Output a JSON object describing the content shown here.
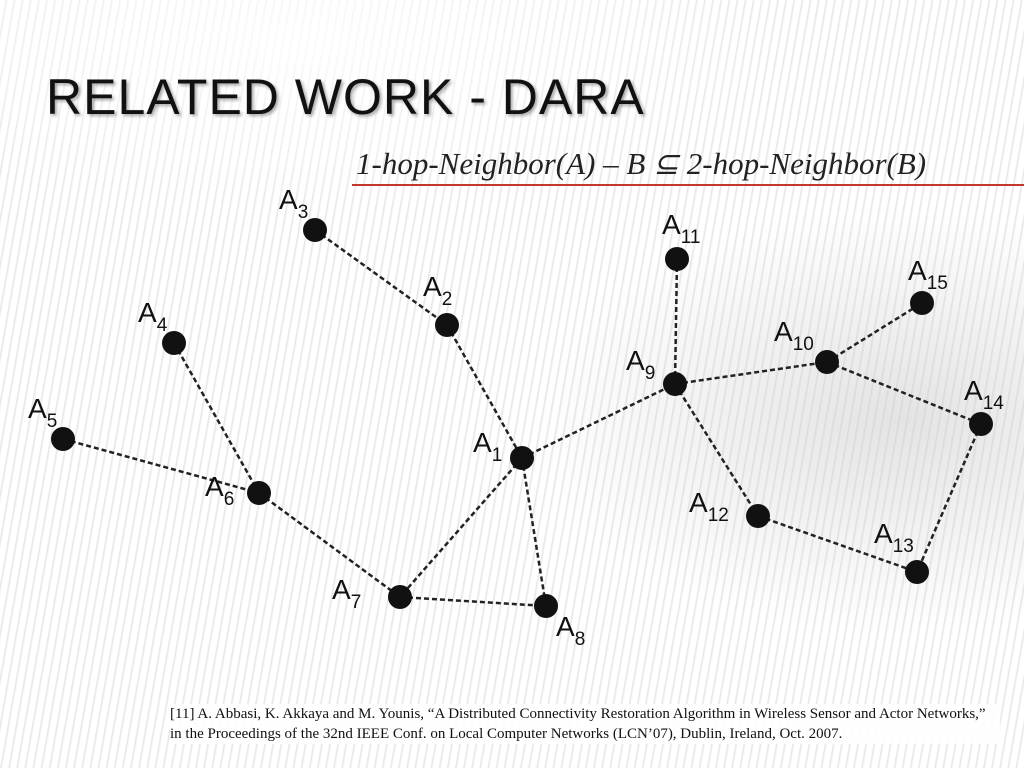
{
  "slide": {
    "title": "RELATED WORK - DARA",
    "formula": "1-hop-Neighbor(A) – B ⊆ 2-hop-Neighbor(B)",
    "reference": "[11]  A. Abbasi, K. Akkaya and M. Younis, “A Distributed Connectivity Restoration Algorithm in Wireless Sensor and Actor Networks,” in the Proceedings of the 32nd IEEE Conf. on Local Computer Networks (LCN’07), Dublin, Ireland, Oct. 2007."
  },
  "colors": {
    "accent_line": "#c0392b",
    "node": "#111111",
    "edge": "#222222"
  },
  "graph": {
    "nodes": [
      {
        "id": "A1",
        "letter": "A",
        "sub": "1"
      },
      {
        "id": "A2",
        "letter": "A",
        "sub": "2"
      },
      {
        "id": "A3",
        "letter": "A",
        "sub": "3"
      },
      {
        "id": "A4",
        "letter": "A",
        "sub": "4"
      },
      {
        "id": "A5",
        "letter": "A",
        "sub": "5"
      },
      {
        "id": "A6",
        "letter": "A",
        "sub": "6"
      },
      {
        "id": "A7",
        "letter": "A",
        "sub": "7"
      },
      {
        "id": "A8",
        "letter": "A",
        "sub": "8"
      },
      {
        "id": "A9",
        "letter": "A",
        "sub": "9"
      },
      {
        "id": "A10",
        "letter": "A",
        "sub": "10"
      },
      {
        "id": "A11",
        "letter": "A",
        "sub": "11"
      },
      {
        "id": "A12",
        "letter": "A",
        "sub": "12"
      },
      {
        "id": "A13",
        "letter": "A",
        "sub": "13"
      },
      {
        "id": "A14",
        "letter": "A",
        "sub": "14"
      },
      {
        "id": "A15",
        "letter": "A",
        "sub": "15"
      }
    ],
    "edges": [
      [
        "A3",
        "A2"
      ],
      [
        "A2",
        "A1"
      ],
      [
        "A1",
        "A9"
      ],
      [
        "A1",
        "A7"
      ],
      [
        "A1",
        "A8"
      ],
      [
        "A4",
        "A6"
      ],
      [
        "A5",
        "A6"
      ],
      [
        "A6",
        "A7"
      ],
      [
        "A7",
        "A8"
      ],
      [
        "A9",
        "A11"
      ],
      [
        "A9",
        "A10"
      ],
      [
        "A9",
        "A12"
      ],
      [
        "A10",
        "A15"
      ],
      [
        "A10",
        "A14"
      ],
      [
        "A14",
        "A13"
      ],
      [
        "A12",
        "A13"
      ]
    ]
  }
}
